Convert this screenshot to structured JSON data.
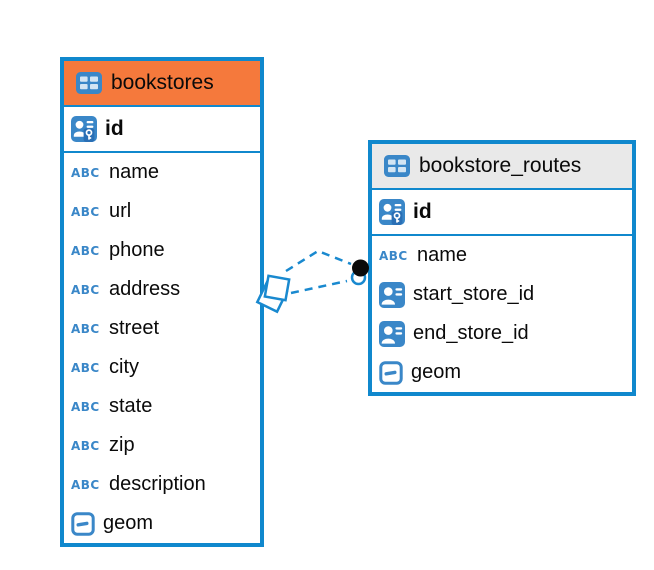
{
  "colors": {
    "table_border_blue": "#1088cd",
    "icon_blue": "#3a87c8",
    "header_orange": "#f5793c",
    "header_gray": "#e9e9e9",
    "connector_blue": "#1989cf",
    "connector_dot_black": "#0a0a0a",
    "text": "#0a0a0a"
  },
  "icons": {
    "text_type_label": "ABC"
  },
  "tables": [
    {
      "name": "bookstores",
      "header_style": "orange",
      "columns": [
        {
          "name": "id",
          "type": "primary-key"
        },
        {
          "name": "name",
          "type": "text"
        },
        {
          "name": "url",
          "type": "text"
        },
        {
          "name": "phone",
          "type": "text"
        },
        {
          "name": "address",
          "type": "text"
        },
        {
          "name": "street",
          "type": "text"
        },
        {
          "name": "city",
          "type": "text"
        },
        {
          "name": "state",
          "type": "text"
        },
        {
          "name": "zip",
          "type": "text"
        },
        {
          "name": "description",
          "type": "text"
        },
        {
          "name": "geom",
          "type": "geometry"
        }
      ]
    },
    {
      "name": "bookstore_routes",
      "header_style": "gray",
      "columns": [
        {
          "name": "id",
          "type": "primary-key"
        },
        {
          "name": "name",
          "type": "text"
        },
        {
          "name": "start_store_id",
          "type": "reference"
        },
        {
          "name": "end_store_id",
          "type": "reference"
        },
        {
          "name": "geom",
          "type": "geometry"
        }
      ]
    }
  ],
  "relationships": [
    {
      "from_table": "bookstores",
      "to_table": "bookstore_routes",
      "line_style": "dashed"
    },
    {
      "from_table": "bookstores",
      "to_table": "bookstore_routes",
      "line_style": "dashed"
    }
  ]
}
